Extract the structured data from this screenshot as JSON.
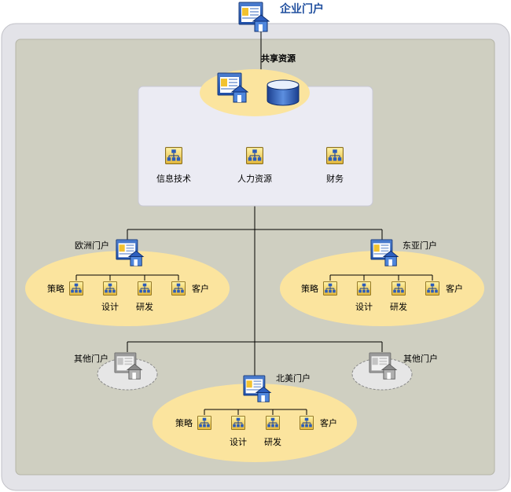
{
  "colors": {
    "outer_frame": "#e3e3e8",
    "inner_area": "#cfcfc1",
    "ellipse_fill": "#fbe49e",
    "gray_ellipse": "#e6e6e6",
    "connector": "#000000",
    "title_text": "#1f4e9e"
  },
  "diagram": {
    "title": "企业门户",
    "shared": {
      "label": "共享资源",
      "sites": [
        "信息技术",
        "人力资源",
        "财务"
      ]
    },
    "europe": {
      "label": "欧洲门户",
      "sites": [
        "策略",
        "设计",
        "研发",
        "客户"
      ]
    },
    "asia": {
      "label": "东亚门户",
      "sites": [
        "策略",
        "设计",
        "研发",
        "客户"
      ]
    },
    "other_left": {
      "label": "其他门户"
    },
    "other_right": {
      "label": "其他门户"
    },
    "north_america": {
      "label": "北美门户",
      "sites": [
        "策略",
        "设计",
        "研发",
        "客户"
      ]
    }
  }
}
